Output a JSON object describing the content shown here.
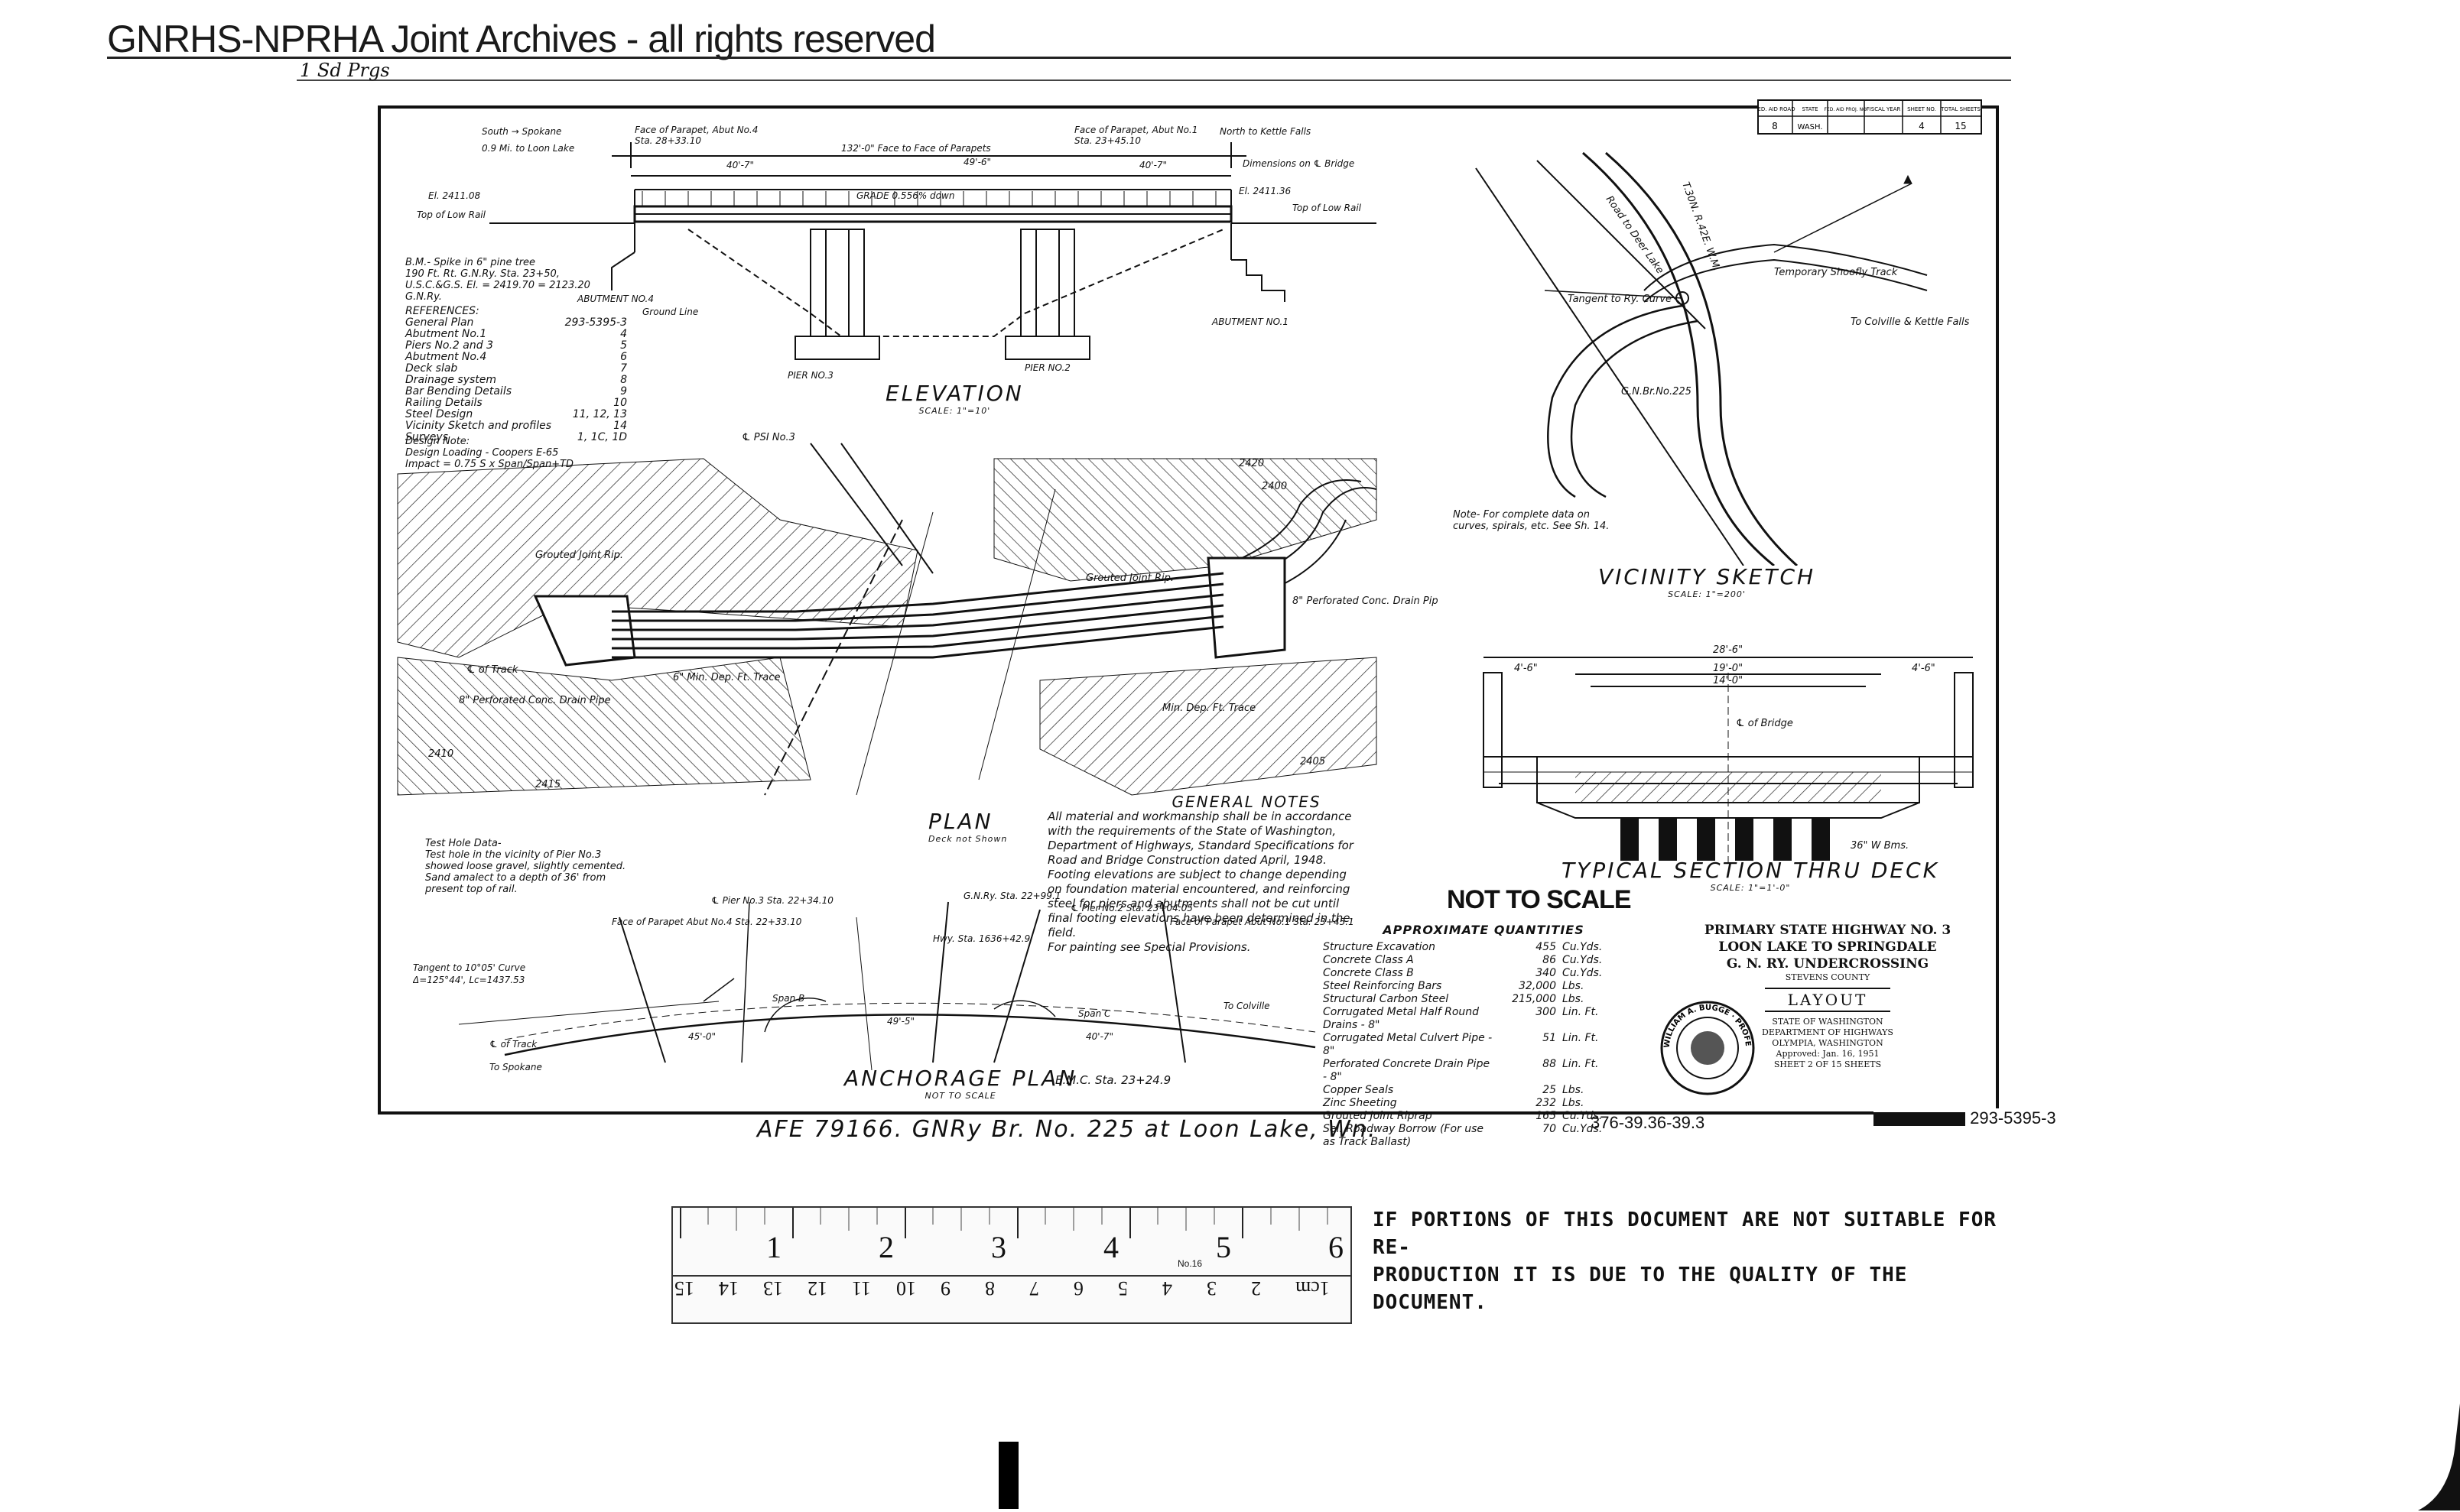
{
  "header": {
    "archive_title": "GNRHS-NPRHA Joint Archives - all rights reserved",
    "handwritten_note": "1 Sd Prgs"
  },
  "elevation": {
    "title": "ELEVATION",
    "scale": "SCALE: 1\"=10'",
    "labels": {
      "south": "South → Spokane",
      "south_dist": "0.9 Mi. to Loon Lake",
      "north": "North to Kettle Falls",
      "abut4_face": "Face of Parapet, Abut No.4",
      "abut4_sta": "Sta. 28+33.10",
      "abut1_face": "Face of Parapet, Abut No.1",
      "abut1_sta": "Sta. 23+45.10",
      "span": "132'-0\" Face to Face of Parapets",
      "grade": "GRADE 0.556% down",
      "dims": "Dimensions on ℄ Bridge",
      "el_left": "El. 2411.08",
      "el_right": "El. 2411.36",
      "top_rail_left": "Top of Low Rail",
      "top_rail_right": "Top of Low Rail",
      "ground": "Ground Line",
      "abut4": "ABUTMENT NO.4",
      "abut1": "ABUTMENT NO.1",
      "pier3": "PIER NO.3",
      "pier2": "PIER NO.2",
      "d1": "40'-7\"",
      "d2": "49'-6\"",
      "d3": "40'-7\""
    }
  },
  "benchmark": [
    "B.M.- Spike in 6\" pine tree",
    "190 Ft. Rt. G.N.Ry. Sta. 23+50,",
    "U.S.C.&G.S. El. = 2419.70 = 2123.20",
    "G.N.Ry."
  ],
  "references": {
    "title": "REFERENCES:",
    "items": [
      {
        "name": "General Plan",
        "sheet": "293-5395-3"
      },
      {
        "name": "Abutment No.1",
        "sheet": "4"
      },
      {
        "name": "Piers No.2 and 3",
        "sheet": "5"
      },
      {
        "name": "Abutment No.4",
        "sheet": "6"
      },
      {
        "name": "Deck slab",
        "sheet": "7"
      },
      {
        "name": "Drainage system",
        "sheet": "8"
      },
      {
        "name": "Bar Bending Details",
        "sheet": "9"
      },
      {
        "name": "Railing Details",
        "sheet": "10"
      },
      {
        "name": "Steel Design",
        "sheet": "11, 12, 13"
      },
      {
        "name": "Vicinity Sketch and profiles",
        "sheet": "14"
      },
      {
        "name": "Surveys",
        "sheet": "1, 1C, 1D"
      }
    ]
  },
  "design_note": [
    "Design Note:",
    "Design Loading - Coopers E-65",
    "Impact = 0.75 S x Span/Span+TD"
  ],
  "plan": {
    "title": "PLAN",
    "subtitle": "Deck not Shown",
    "labels": {
      "grouted1": "Grouted Joint Rip.",
      "grouted2": "Grouted Joint Rip.",
      "track": "℄ of Track",
      "drain_left": "8\" Perforated Conc. Drain Pipe",
      "drain_right": "8\" Perforated Conc. Drain Pipe",
      "ditch_left": "6\" Min. Dep. Ft. Trace",
      "ditch_right": "Min. Dep. Ft. Trace",
      "psi": "℄ PSI No.3",
      "contours": [
        "2410",
        "2415",
        "2420",
        "2400",
        "2405"
      ]
    }
  },
  "general_notes": {
    "title": "GENERAL NOTES",
    "lines": [
      "All material and workmanship shall be in accordance",
      "with the requirements of the State of Washington,",
      "Department of Highways, Standard Specifications for",
      "Road and Bridge Construction dated April, 1948.",
      "Footing elevations are subject to change depending",
      "on foundation material encountered, and reinforcing",
      "steel for piers and abutments shall not be cut until",
      "final footing elevations have been determined in the",
      "field.",
      "For painting see Special Provisions."
    ]
  },
  "test_hole": [
    "Test Hole Data-",
    "Test hole in the vicinity of Pier No.3",
    "showed loose gravel, slightly cemented.",
    "Sand amalect to a depth of 36' from",
    "present top of rail."
  ],
  "vicinity": {
    "title": "VICINITY SKETCH",
    "scale": "SCALE: 1\"=200'",
    "labels": {
      "range": "T.30N. R.42E. W.M.",
      "tangent": "Tangent to Ry. Curve",
      "shoofly": "Temporary Shoofly Track",
      "kettle": "To Colville & Kettle Falls",
      "bridge": "G.N.Br.No.225",
      "road": "Road to Deer Lake"
    },
    "note": "Note- For complete data on curves, spirals, etc. See Sh. 14."
  },
  "typical_section": {
    "title": "TYPICAL SECTION THRU DECK",
    "scale": "SCALE: 1\"=1'-0\"",
    "labels": {
      "overall": "28'-6\"",
      "inner": "19'-0\"",
      "inner2": "14'-0\"",
      "left": "4'-6\"",
      "right": "4'-6\"",
      "cl": "℄ of Bridge",
      "beams": "36\" W Bms."
    }
  },
  "not_to_scale": "NOT TO SCALE",
  "quantities": {
    "title": "APPROXIMATE QUANTITIES",
    "rows": [
      {
        "item": "Structure Excavation",
        "qty": "455",
        "unit": "Cu.Yds."
      },
      {
        "item": "Concrete Class A",
        "qty": "86",
        "unit": "Cu.Yds."
      },
      {
        "item": "Concrete Class B",
        "qty": "340",
        "unit": "Cu.Yds."
      },
      {
        "item": "Steel Reinforcing Bars",
        "qty": "32,000",
        "unit": "Lbs."
      },
      {
        "item": "Structural Carbon Steel",
        "qty": "215,000",
        "unit": "Lbs."
      },
      {
        "item": "Corrugated Metal Half Round Drains - 8\"",
        "qty": "300",
        "unit": "Lin. Ft."
      },
      {
        "item": "Corrugated Metal Culvert Pipe - 8\"",
        "qty": "51",
        "unit": "Lin. Ft."
      },
      {
        "item": "Perforated Concrete Drain Pipe - 8\"",
        "qty": "88",
        "unit": "Lin. Ft."
      },
      {
        "item": "Copper Seals",
        "qty": "25",
        "unit": "Lbs."
      },
      {
        "item": "Zinc Sheeting",
        "qty": "232",
        "unit": "Lbs."
      },
      {
        "item": "Grouted Joint Riprap",
        "qty": "165",
        "unit": "Cu.Yds."
      },
      {
        "item": "Sel. Roadway Borrow (For use as Track Ballast)",
        "qty": "70",
        "unit": "Cu.Yds."
      }
    ]
  },
  "title_block": {
    "line1": "PRIMARY STATE HIGHWAY NO. 3",
    "line2": "LOON LAKE TO SPRINGDALE",
    "line3": "G. N. RY. UNDERCROSSING",
    "line4": "STEVENS COUNTY",
    "layout": "LAYOUT",
    "state": "STATE OF WASHINGTON",
    "dept": "DEPARTMENT OF HIGHWAYS",
    "city": "OLYMPIA, WASHINGTON",
    "approved": "Approved: Jan. 16, 1951",
    "sheet": "SHEET 2 OF 15 SHEETS",
    "seal": "WILLIAM A. BUGGE · PROFESSIONAL ENGINEER"
  },
  "fed_table": {
    "headers": [
      "FED. AID ROAD",
      "STATE",
      "FED. AID PROJ. NO.",
      "FISCAL YEAR",
      "SHEET NO.",
      "TOTAL SHEETS"
    ],
    "values": [
      "8",
      "WASH.",
      "",
      "",
      "4",
      "15"
    ]
  },
  "anchorage": {
    "title": "ANCHORAGE PLAN",
    "scale": "NOT TO SCALE",
    "labels": {
      "pier3": "℄ Pier No.3 Sta. 22+34.10",
      "pier2": "℄ Pier No.2 Sta. 23+04.05",
      "face_abut4": "Face of Parapet Abut No.4 Sta. 22+33.10",
      "face_abut1": "Face of Parapet Abut No.1 Sta. 23+45.1",
      "gn_sta": "G.N.Ry. Sta. 22+99.1",
      "hwy_sta": "Hwy. Sta. 1636+42.9",
      "tangent": "Tangent to 10°05' Curve",
      "curve": "Δ=125°44', Lc=1437.53",
      "track": "℄ of Track",
      "spokane": "To Spokane",
      "colville": "To Colville",
      "span_b": "Span B",
      "span_c": "Span C",
      "emc": "E.M.C. Sta. 23+24.9",
      "d1": "45'-0\"",
      "d2": "49'-5\"",
      "d3": "40'-7\""
    }
  },
  "afe_line": "AFE 79166. GNRy Br. No. 225 at Loon Lake, Wn.",
  "drawing_number": "376-39.36-39.3",
  "sheet_number": "293-5395-3",
  "disclaimer": {
    "line1": "IF PORTIONS OF THIS DOCUMENT ARE NOT SUITABLE FOR RE-",
    "line2": "PRODUCTION IT IS DUE TO THE QUALITY OF THE DOCUMENT."
  },
  "ruler": {
    "inches": [
      "1",
      "2",
      "3",
      "4",
      "5",
      "6"
    ],
    "cm": [
      "15",
      "14",
      "13",
      "12",
      "11",
      "10",
      "9",
      "8",
      "7",
      "6",
      "5",
      "4",
      "3",
      "2",
      "1cm"
    ],
    "label": "No.16"
  }
}
